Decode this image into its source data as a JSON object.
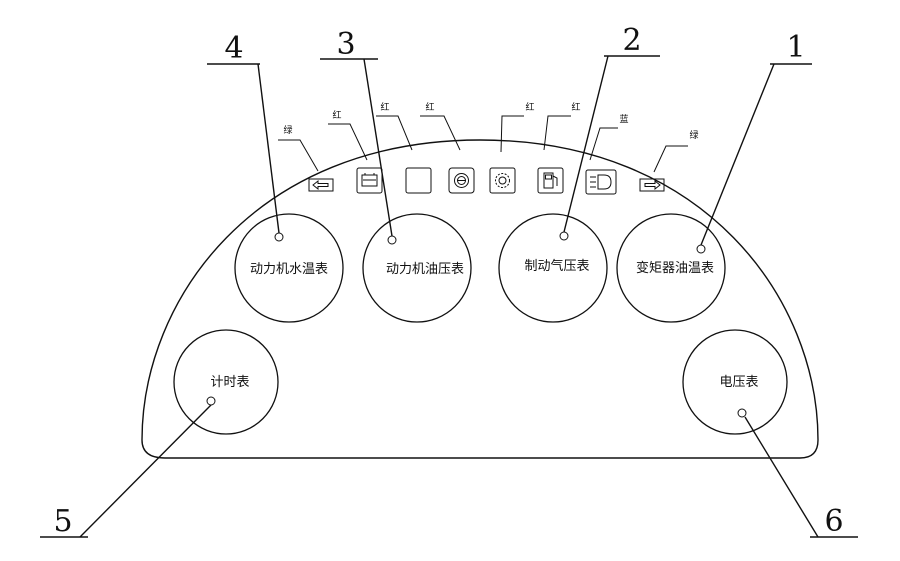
{
  "callouts": [
    {
      "number": "1",
      "target": "变矩器油温表"
    },
    {
      "number": "2",
      "target": "制动气压表"
    },
    {
      "number": "3",
      "target": "动力机油压表"
    },
    {
      "number": "4",
      "target": "动力机水温表"
    },
    {
      "number": "5",
      "target": "计时表"
    },
    {
      "number": "6",
      "target": "电压表"
    }
  ],
  "gauges": [
    {
      "id": "engine-water-temp",
      "label": "动力机水温表"
    },
    {
      "id": "engine-oil-pressure",
      "label": "动力机油压表"
    },
    {
      "id": "brake-air-pressure",
      "label": "制动气压表"
    },
    {
      "id": "converter-oil-temp",
      "label": "变矩器油温表"
    },
    {
      "id": "hour-meter",
      "label": "计时表"
    },
    {
      "id": "voltmeter",
      "label": "电压表"
    }
  ],
  "indicators": [
    {
      "icon": "left-turn-arrow-icon",
      "color": "绿"
    },
    {
      "icon": "battery-charge-icon",
      "color": "红"
    },
    {
      "icon": "blank-lamp-icon",
      "color": "红"
    },
    {
      "icon": "brake-warning-icon",
      "color": "红"
    },
    {
      "icon": "oil-pressure-warning-icon",
      "color": "红"
    },
    {
      "icon": "fuel-level-icon",
      "color": "红"
    },
    {
      "icon": "high-beam-icon",
      "color": "蓝"
    },
    {
      "icon": "right-turn-arrow-icon",
      "color": "绿"
    }
  ]
}
